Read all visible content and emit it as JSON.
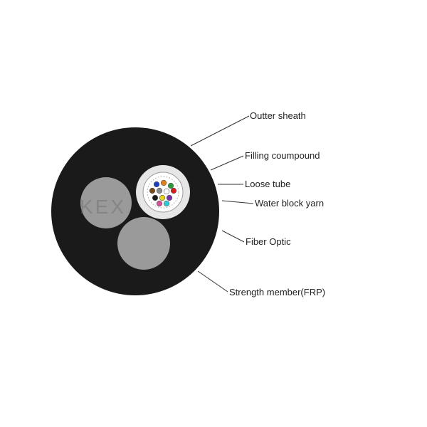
{
  "labels": {
    "outter_sheath": "Outter sheath",
    "filling_compound": "Filling coumpound",
    "loose_tube": "Loose tube",
    "water_block_yarn": "Water block yarn",
    "fiber_optic": "Fiber Optic",
    "strength_member": "Strength member(FRP)"
  },
  "watermark": "KEX",
  "colors": {
    "sheath": "#1a1a1a",
    "strength_member": "#9a9a9a",
    "loose_tube": "#e6e6e6",
    "leader_line": "#333333"
  },
  "fiber_colors": [
    "#1e3fbf",
    "#e0821a",
    "#2f9a3a",
    "#7a4a1f",
    "#8a8a8a",
    "#ffffff",
    "#d61f1f",
    "#1a1a1a",
    "#e8d21a",
    "#7b2fa8",
    "#d94f9c",
    "#2ec8d6"
  ]
}
